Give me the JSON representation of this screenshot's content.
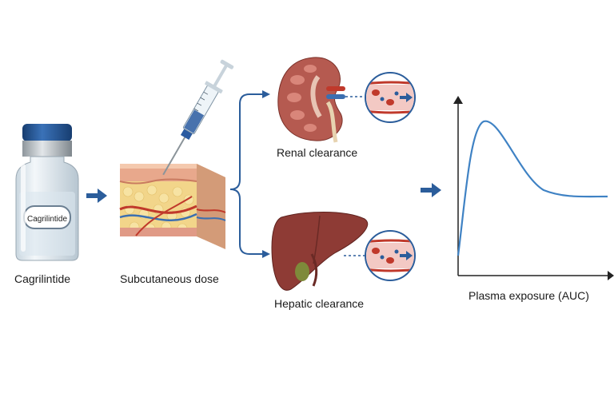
{
  "diagram": {
    "drug_label": "Cagrilintide",
    "vial_caption": "Cagrilintide",
    "dose_caption": "Subcutaneous dose",
    "renal_caption": "Renal clearance",
    "hepatic_caption": "Hepatic clearance",
    "auc_caption": "Plasma exposure (AUC)"
  },
  "colors": {
    "arrow_blue": "#2b5d9b",
    "cap_blue": "#1f4f8f",
    "kidney": "#b55a50",
    "liver": "#8e3b35",
    "skin": "#e8b38c",
    "fat": "#f2d58a",
    "curve": "#3f82c4"
  },
  "icons": [
    "vial-icon",
    "syringe-icon",
    "skin-tissue-icon",
    "kidney-icon",
    "liver-icon",
    "blood-vessel-icon",
    "arrow-icon"
  ]
}
